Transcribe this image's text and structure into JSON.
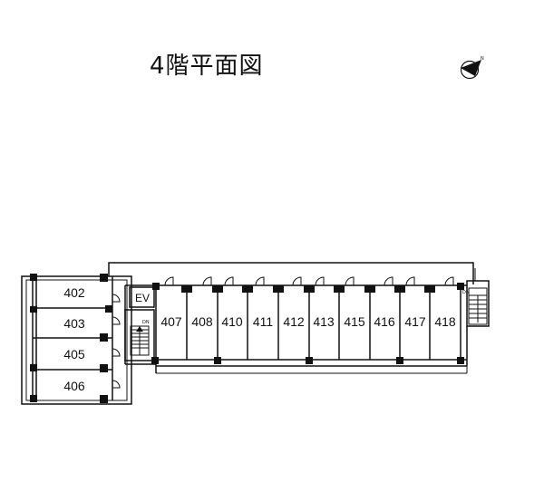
{
  "title": "4階平面図",
  "north_label": "N",
  "ev_label": "EV",
  "stair_labels": {
    "left": "DN",
    "right": "DN"
  },
  "rooms_left": [
    "402",
    "403",
    "405",
    "406"
  ],
  "rooms_main": [
    "407",
    "408",
    "410",
    "411",
    "412",
    "413",
    "415",
    "416",
    "417",
    "418"
  ]
}
